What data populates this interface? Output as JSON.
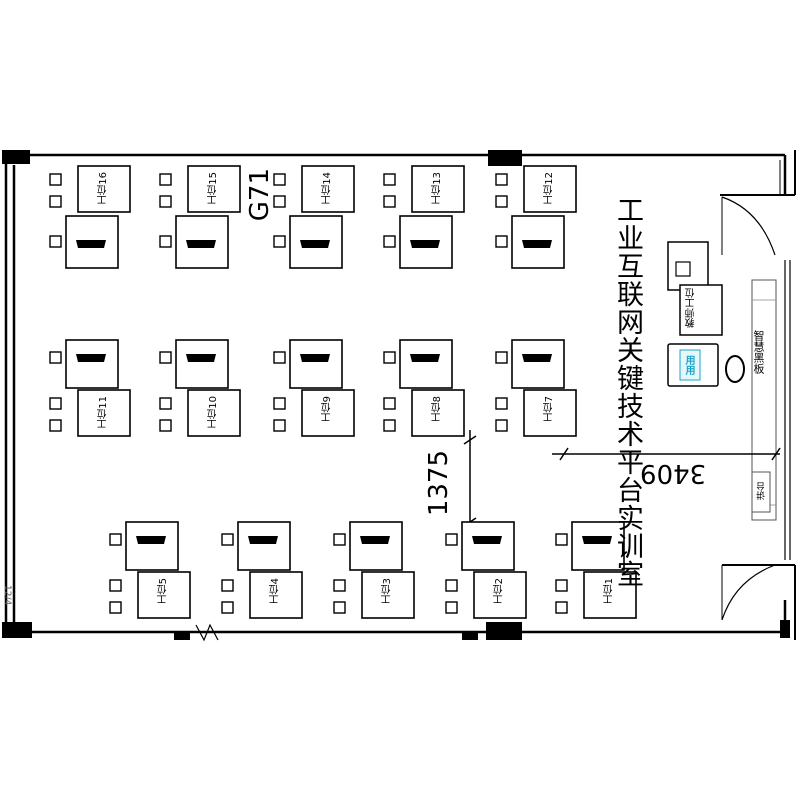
{
  "room_title": "工业互联网关键技术平台实训室",
  "dimensions": {
    "vertical": "1375",
    "horizontal": "3409"
  },
  "grid_label": "G71",
  "teacher_station": "教师工位",
  "smart_board": "智慧黑板",
  "podium": "讲台",
  "brand_badge": "用用",
  "corner_note": "12/4",
  "workstations": [
    {
      "label": "工位1"
    },
    {
      "label": "工位2"
    },
    {
      "label": "工位3"
    },
    {
      "label": "工位4"
    },
    {
      "label": "工位5"
    },
    {
      "label": "工位7"
    },
    {
      "label": "工位8"
    },
    {
      "label": "工位9"
    },
    {
      "label": "工位10"
    },
    {
      "label": "工位11"
    },
    {
      "label": "工位12"
    },
    {
      "label": "工位13"
    },
    {
      "label": "工位14"
    },
    {
      "label": "工位15"
    },
    {
      "label": "工位16"
    }
  ]
}
